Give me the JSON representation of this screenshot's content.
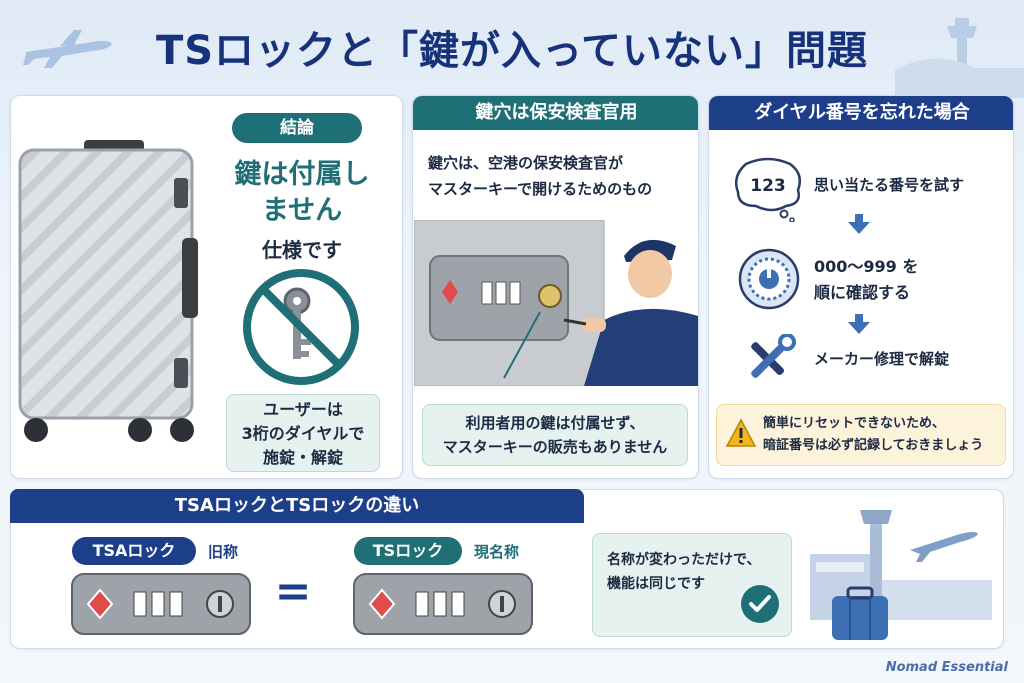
{
  "title": "TSロックと「鍵が入っていない」問題",
  "panel1": {
    "badge": "結論",
    "headline_line1": "鍵は付属し",
    "headline_line2": "ません",
    "subline": "仕様です",
    "note_line1": "ユーザーは",
    "note_line2": "3桁のダイヤルで",
    "note_line3": "施錠・解錠"
  },
  "panel2": {
    "header": "鍵穴は保安検査官用",
    "desc_line1": "鍵穴は、空港の保安検査官が",
    "desc_line2": "マスターキーで開けるためのもの",
    "note_line1": "利用者用の鍵は付属せず、",
    "note_line2": "マスターキーの販売もありません"
  },
  "panel3": {
    "header": "ダイヤル番号を忘れた場合",
    "bubble": "123",
    "step1": "思い当たる番号を試す",
    "step2_line1": "000～999 を",
    "step2_line2": "順に確認する",
    "step3": "メーカー修理で解錠",
    "warn_line1": "簡単にリセットできないため、",
    "warn_line2": "暗証番号は必ず記録しておきましょう"
  },
  "panel4": {
    "header": "TSAロックとTSロックの違い",
    "left_badge": "TSAロック",
    "left_label": "旧称",
    "equals": "=",
    "right_badge": "TSロック",
    "right_label": "現名称",
    "note_line1": "名称が変わっただけで、",
    "note_line2": "機能は同じです"
  },
  "brand": "Nomad Essential",
  "colors": {
    "navy": "#1d3f8a",
    "teal": "#1f6f77",
    "accent_blue": "#3d6fb5",
    "warning": "#f2b51a"
  }
}
